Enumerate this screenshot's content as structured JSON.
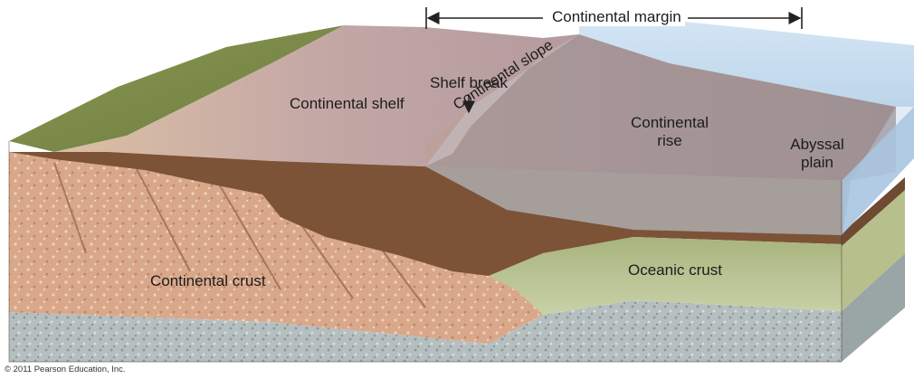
{
  "labels": {
    "continental_margin": "Continental margin",
    "continental_shelf": "Continental shelf",
    "shelf_break": "Shelf break",
    "continental_slope": "Continental slope",
    "continental_rise_line1": "Continental",
    "continental_rise_line2": "rise",
    "abyssal_plain_line1": "Abyssal",
    "abyssal_plain_line2": "plain",
    "oceanic_crust": "Oceanic crust",
    "continental_crust": "Continental crust"
  },
  "copyright": "© 2011 Pearson Education, Inc.",
  "colors": {
    "land_green": "#7a8a4a",
    "beach_sand": "#d8b99a",
    "shelf_floor": "#bfa4a0",
    "slope_floor": "#a8847c",
    "ocean_water": "#bcd6ec",
    "sediment_brown": "#7a5236",
    "continental_crust": "#d8a98a",
    "oceanic_crust": "#b9c49a",
    "mantle_gray": "#b3bcbd"
  }
}
